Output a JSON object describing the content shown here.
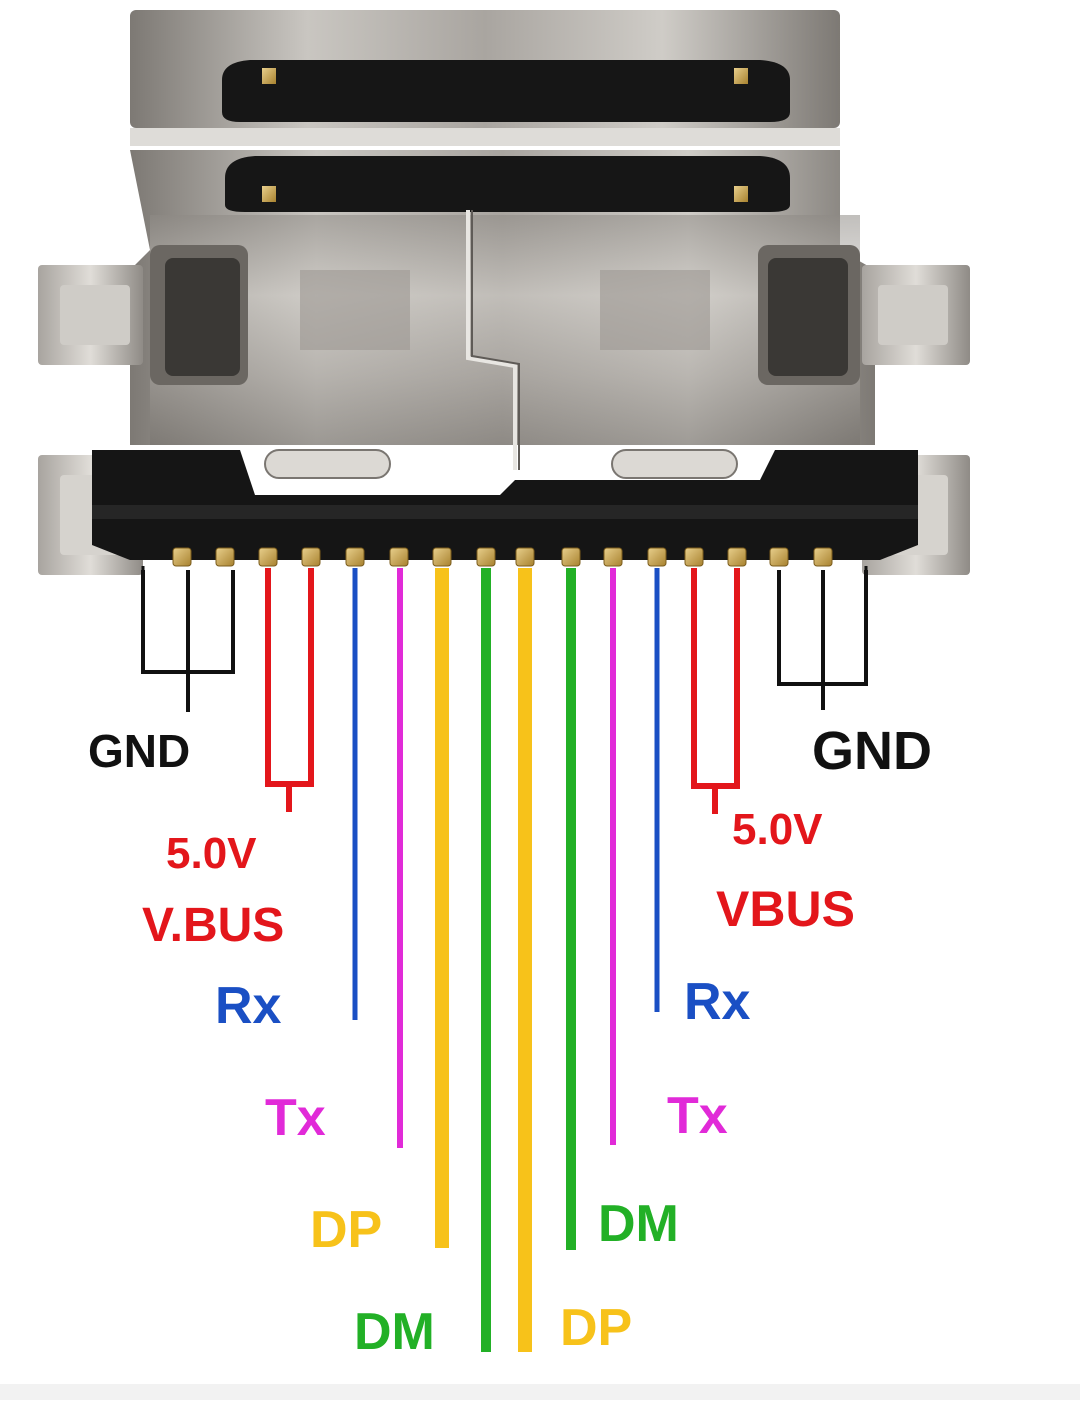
{
  "labels": {
    "gnd_left": "GND",
    "gnd_right": "GND",
    "volt_left": "5.0V",
    "vbus_left": "V.BUS",
    "volt_right": "5.0V",
    "vbus_right": "VBUS",
    "rx_left": "Rx",
    "rx_right": "Rx",
    "tx_left": "Tx",
    "tx_right": "Tx",
    "dp_left": "DP",
    "dm_right": "DM",
    "dm_bottom": "DM",
    "dp_bottom": "DP"
  },
  "colors": {
    "gnd": "#111111",
    "vbus": "#e3161b",
    "rx": "#1a4fc4",
    "tx": "#e12ad8",
    "dp": "#f7c21a",
    "dm": "#22b026",
    "pin": "#c9a24a",
    "metal": "#b9b6b1",
    "plastic": "#151515"
  },
  "icons": {
    "connector": "usb-type-c-port-icon"
  }
}
